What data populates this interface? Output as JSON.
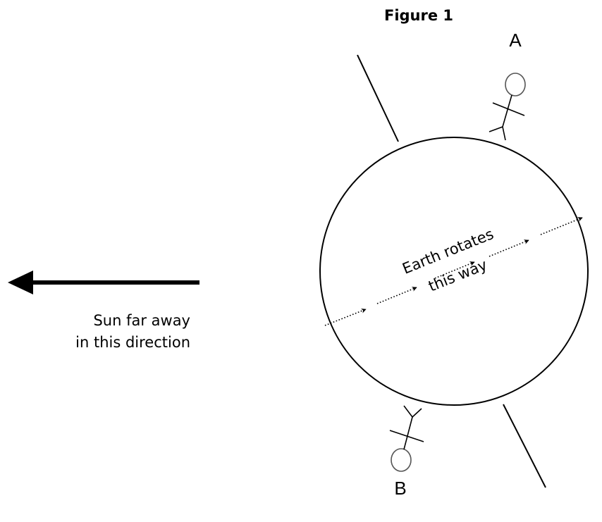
{
  "figure": {
    "title": "Figure 1",
    "label_a": "A",
    "label_b": "B",
    "rotation_label_line1": "Earth rotates",
    "rotation_label_line2": "this way",
    "sun_label_line1": "Sun far away",
    "sun_label_line2": "in this direction"
  }
}
